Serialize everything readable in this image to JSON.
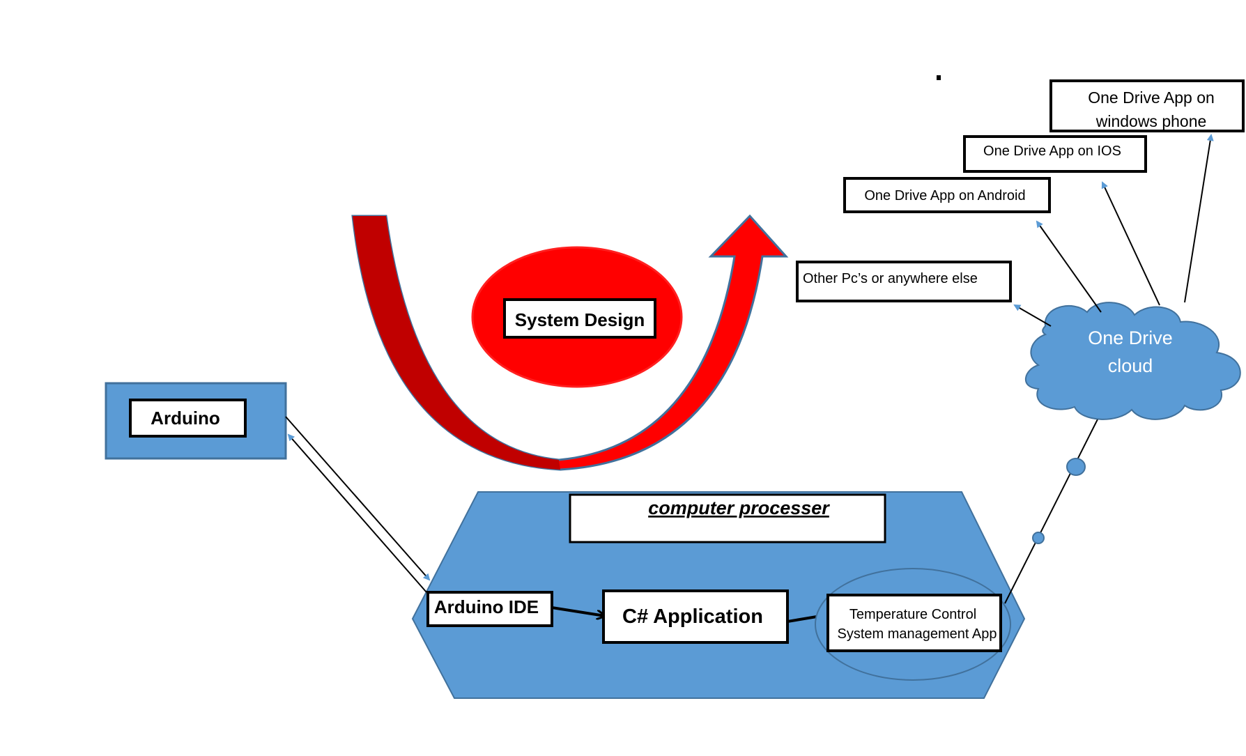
{
  "nodes": {
    "arduino": "Arduino",
    "system_design": "System Design",
    "computer_processer": "computer processer",
    "arduino_ide": "Arduino IDE",
    "csharp_app": "C#  Application",
    "temp_app_line1": "Temperature Control",
    "temp_app_line2": "System management App",
    "cloud_line1": "One Drive",
    "cloud_line2": "cloud",
    "other_pcs": "Other Pc’s or anywhere else",
    "android": "One Drive App on Android",
    "ios": "One Drive App on IOS",
    "wp_line1": "One Drive App on",
    "wp_line2": "windows phone"
  },
  "colors": {
    "blue_fill": "#5b9bd5",
    "blue_stroke": "#41719c",
    "red": "#ff0000",
    "dark_red": "#c00000",
    "black": "#000000",
    "white": "#ffffff"
  }
}
